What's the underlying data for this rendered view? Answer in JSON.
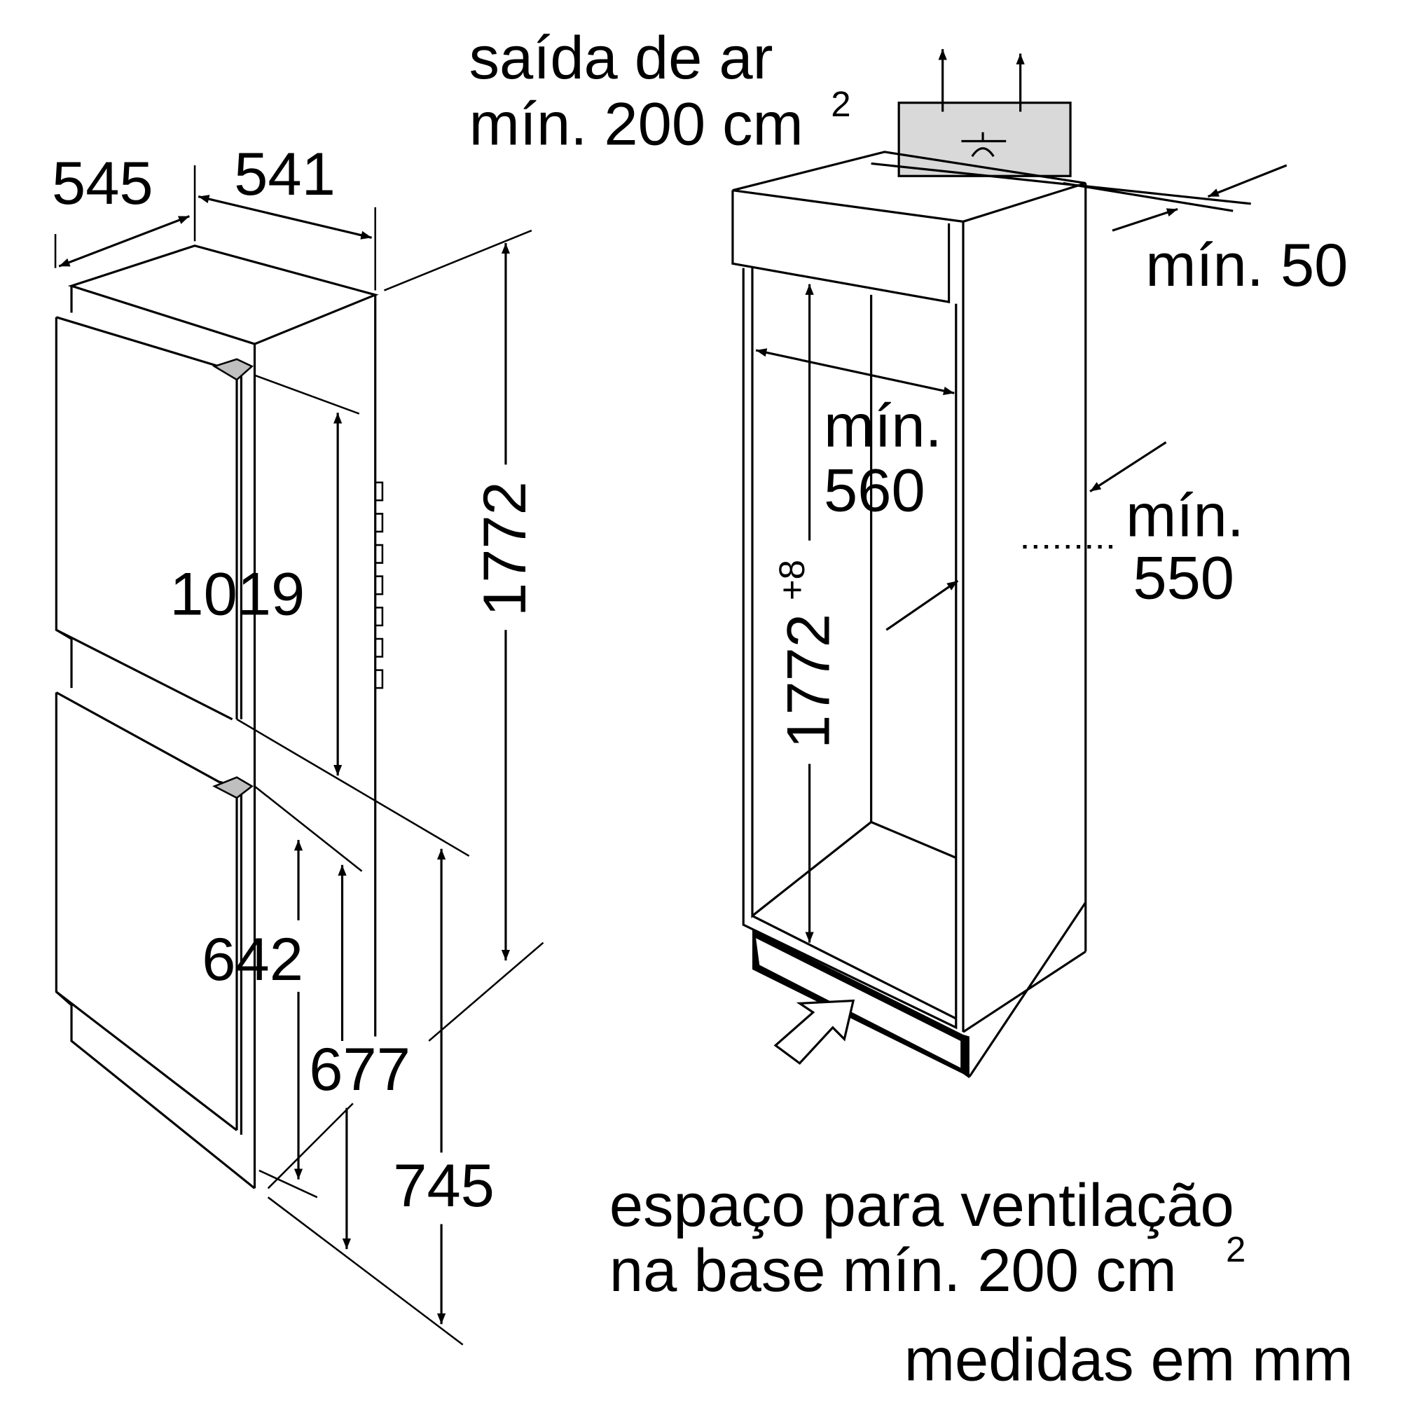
{
  "left_drawing": {
    "width_label": "545",
    "depth_label": "541",
    "height_total": "1772",
    "upper_door": "1019",
    "lower_door": "642",
    "lower_hinge": "677",
    "base_height": "745"
  },
  "right_drawing": {
    "air_outlet_line1": "saída de ar",
    "air_outlet_line2": "mín. 200 cm",
    "air_outlet_sup": "2",
    "top_gap": "mín. 50",
    "niche_width_line1": "mín.",
    "niche_width_line2": "560",
    "niche_height": "1772",
    "niche_height_tol": "+8",
    "niche_depth_line1": "mín.",
    "niche_depth_line2": "550",
    "base_vent_line1": "espaço para ventilação",
    "base_vent_line2": "na base mín. 200 cm",
    "base_vent_sup": "2"
  },
  "units_note": "medidas em mm",
  "colors": {
    "line": "#000000",
    "grille": "#d9d9d9",
    "hinge": "#bfbfbf"
  }
}
